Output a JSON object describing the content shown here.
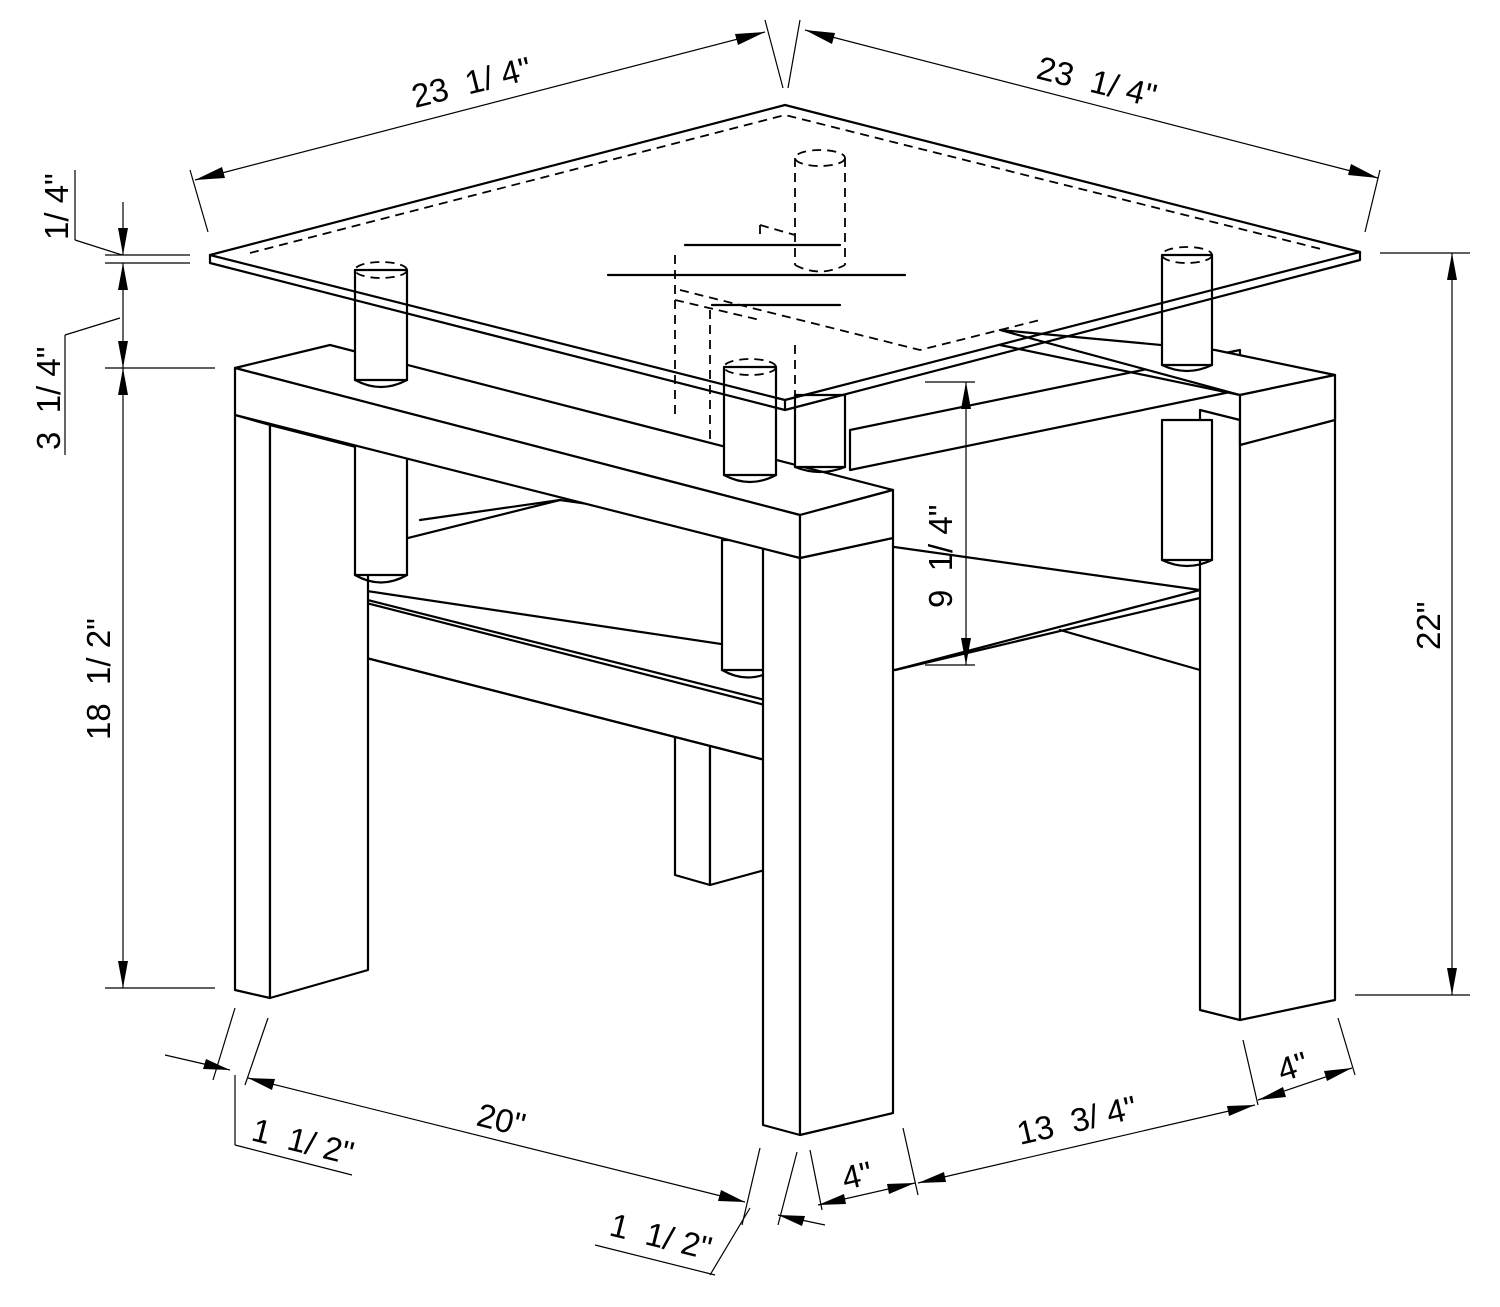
{
  "diagram": {
    "top_width_left": "23  1/ 4\"",
    "top_width_right": "23  1/ 4\"",
    "glass_thickness": "1/ 4\"",
    "apron_height": "3  1/ 4\"",
    "leg_height": "18  1/ 2\"",
    "shelf_clearance": "9  1/ 4\"",
    "total_height": "22\"",
    "inset_front_left": "1  1/ 2\"",
    "front_span": "20\"",
    "inset_front_right": "1  1/ 2\"",
    "leg_width_front": "4\"",
    "side_span": "13  3/ 4\"",
    "leg_width_side": "4\""
  },
  "colors": {
    "line": "#000000",
    "background": "#ffffff"
  }
}
